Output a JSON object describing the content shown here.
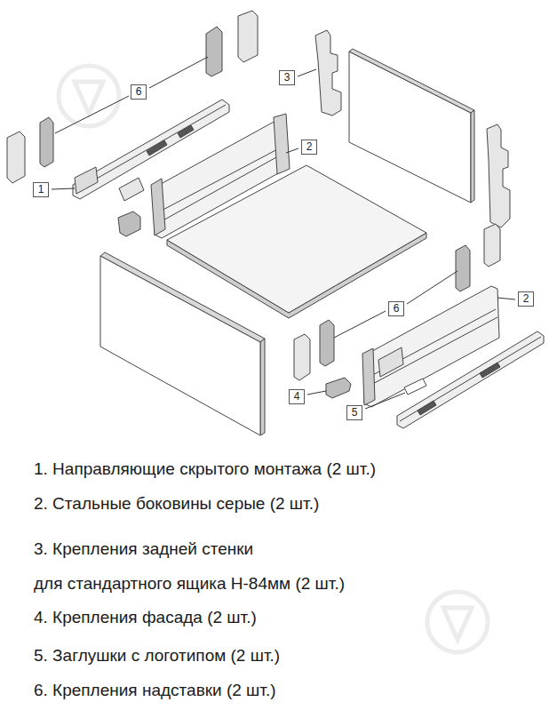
{
  "diagram": {
    "nodes": [
      {
        "text": [
          "3"
        ]
      },
      {
        "text": [
          "6"
        ]
      },
      {
        "text": [
          "2"
        ]
      },
      {
        "text": [
          "1"
        ]
      },
      {
        "text": [
          "2"
        ]
      },
      {
        "text": [
          "6"
        ]
      },
      {
        "text": [
          "4"
        ]
      },
      {
        "text": [
          "5"
        ]
      }
    ],
    "labels": [
      "1. Направляющие скрытого монтажа (2 шт.)",
      "2. Стальные боковины серые (2 шт.)",
      "3. Крепления задней стенки для стандартного ящика Н-84мм (2 шт.)",
      "4. Крепления фасада (2 шт.)",
      "5. Заглушки с логотипом (2 шт.)",
      "6. Крепления надставки (2 шт.)"
    ]
  }
}
